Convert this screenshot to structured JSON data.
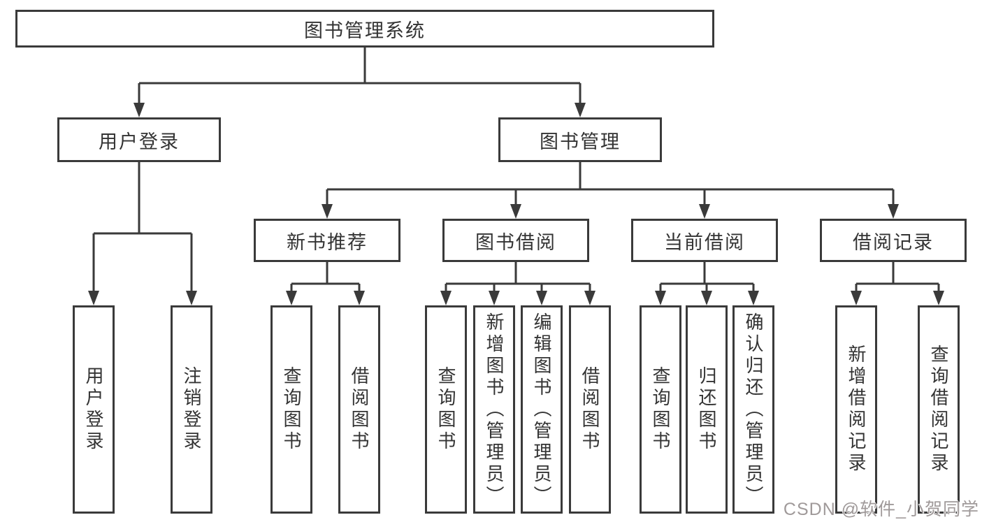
{
  "diagram": {
    "root": {
      "label": "图书管理系统"
    },
    "level1": [
      {
        "label": "用户登录"
      },
      {
        "label": "图书管理"
      }
    ],
    "level2": [
      {
        "label": "新书推荐"
      },
      {
        "label": "图书借阅"
      },
      {
        "label": "当前借阅"
      },
      {
        "label": "借阅记录"
      }
    ],
    "leaves": {
      "user_login": [
        "用户登录",
        "注销登录"
      ],
      "new_books": [
        "查询图书",
        "借阅图书"
      ],
      "book_borrow": [
        "查询图书",
        "新增图书（管理员）",
        "编辑图书（管理员）",
        "借阅图书"
      ],
      "current_borrow": [
        "查询图书",
        "归还图书",
        "确认归还（管理员）"
      ],
      "borrow_records": [
        "新增借阅记录",
        "查询借阅记录"
      ]
    }
  },
  "watermark": {
    "text": "CSDN @软件_小贺同学"
  },
  "colors": {
    "line": "#3a3a3a",
    "box_border": "#3a3a3a",
    "text": "#333333",
    "watermark": "#a09a9a"
  }
}
